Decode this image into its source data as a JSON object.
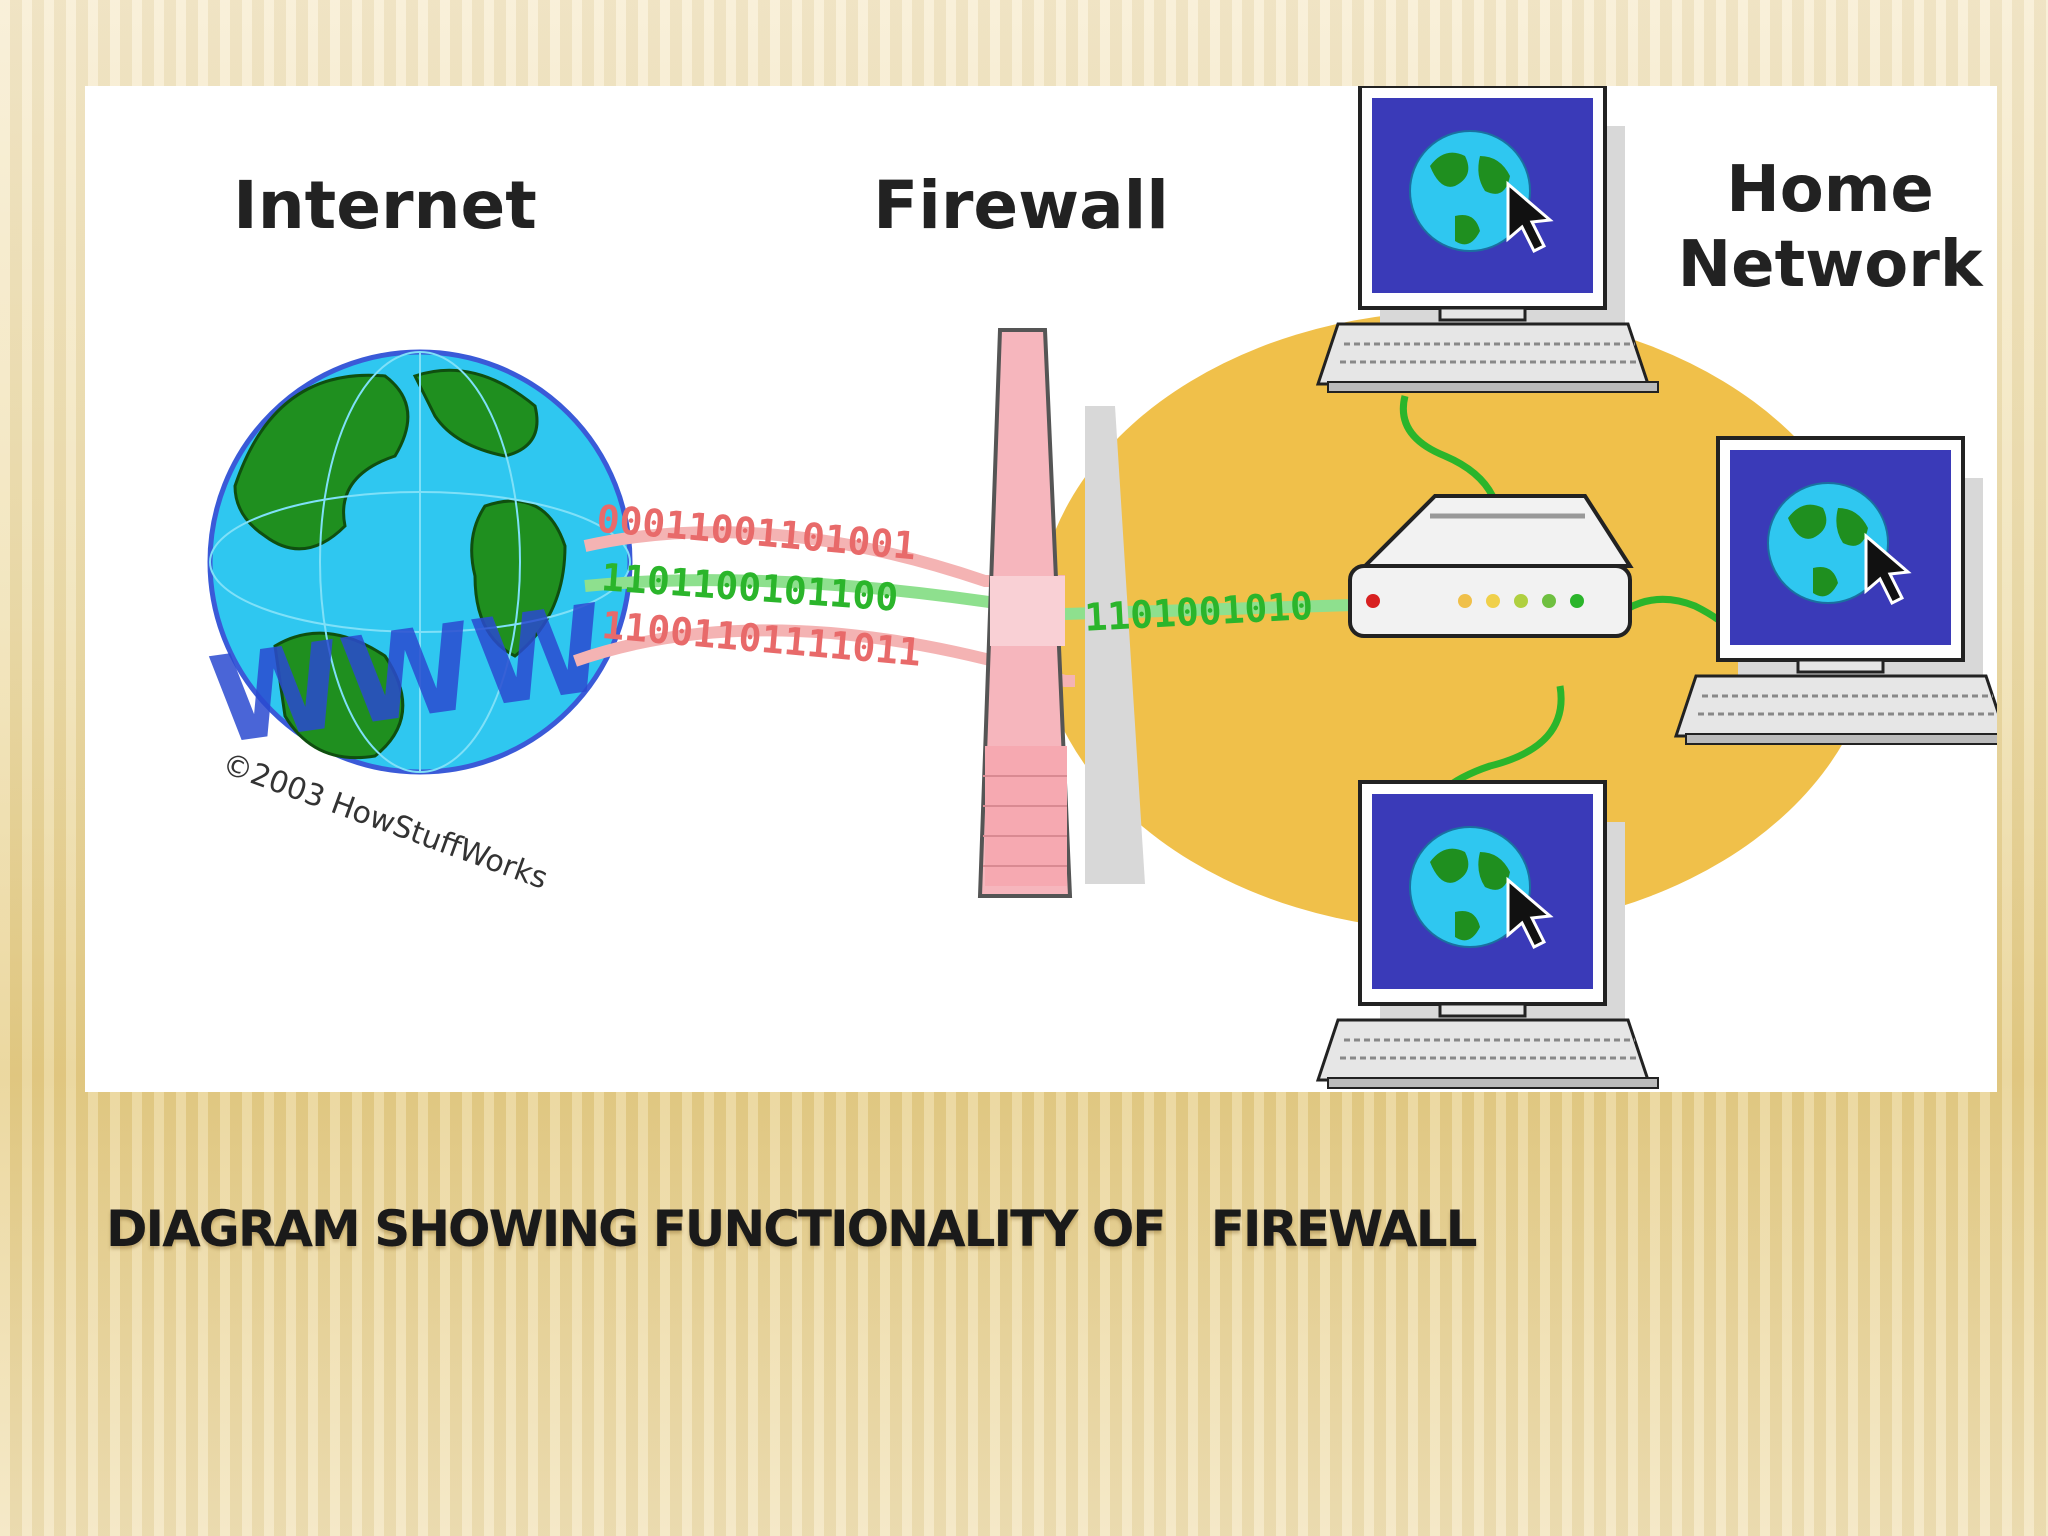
{
  "diagram": {
    "labels": {
      "internet": "Internet",
      "firewall": "Firewall",
      "home_network_line1": "Home",
      "home_network_line2": "Network"
    },
    "globe_text": "WWW",
    "copyright": "©2003 HowStuffWorks",
    "bit_streams": {
      "top_blocked": "00011001101001",
      "middle_allowed": "1101100101100",
      "bottom_blocked": "11001101111011",
      "through_firewall": "1101001010"
    },
    "colors": {
      "blocked": "#e86a6a",
      "allowed": "#2bb52b",
      "network_area": "#f0c04a",
      "screen": "#3a3ab8",
      "ocean": "#2fc7f0",
      "land": "#1f8f1f",
      "firewall_wall": "#f6b6bd"
    }
  },
  "caption": "DIAGRAM SHOWING FUNCTIONALITY OF   FIREWALL"
}
